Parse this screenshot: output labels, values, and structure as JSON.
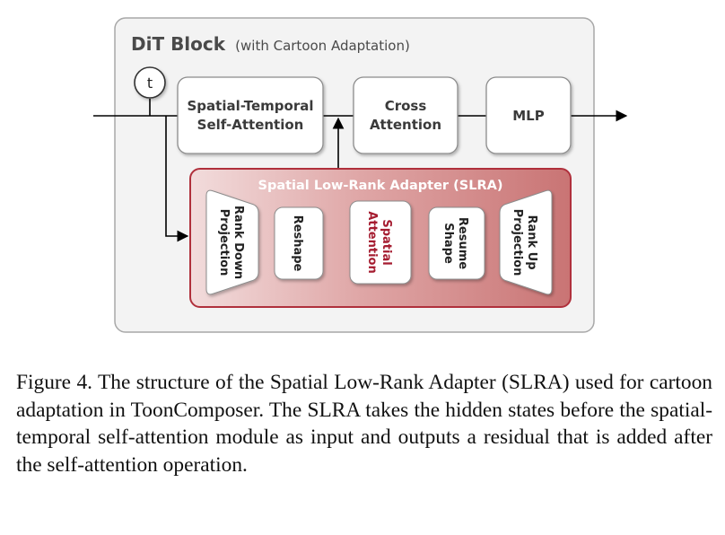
{
  "block": {
    "title_bold": "DiT Block",
    "title_sub": "(with Cartoon Adaptation)",
    "t_label": "t"
  },
  "modules": {
    "stsa": [
      "Spatial-Temporal",
      "Self-Attention"
    ],
    "cross": [
      "Cross",
      "Attention"
    ],
    "mlp": "MLP"
  },
  "slra": {
    "title": "Spatial Low-Rank Adapter (SLRA)",
    "rank_down": [
      "Rank Down",
      "Projection"
    ],
    "reshape": "Reshape",
    "spatial_attention": [
      "Spatial",
      "Attention"
    ],
    "resume_shape": [
      "Resume",
      "Shape"
    ],
    "rank_up": [
      "Rank Up",
      "Projection"
    ]
  },
  "colors": {
    "accent_red": "#a51c30",
    "slra_border": "#b0303c",
    "slra_fill_light": "#f2dcdc",
    "slra_fill_dark": "#c97474"
  },
  "caption": "Figure 4. The structure of the Spatial Low-Rank Adapter (SLRA) used for cartoon adaptation in ToonComposer. The SLRA takes the hidden states before the spatial-temporal self-attention module as input and outputs a residual that is added after the self-attention operation."
}
